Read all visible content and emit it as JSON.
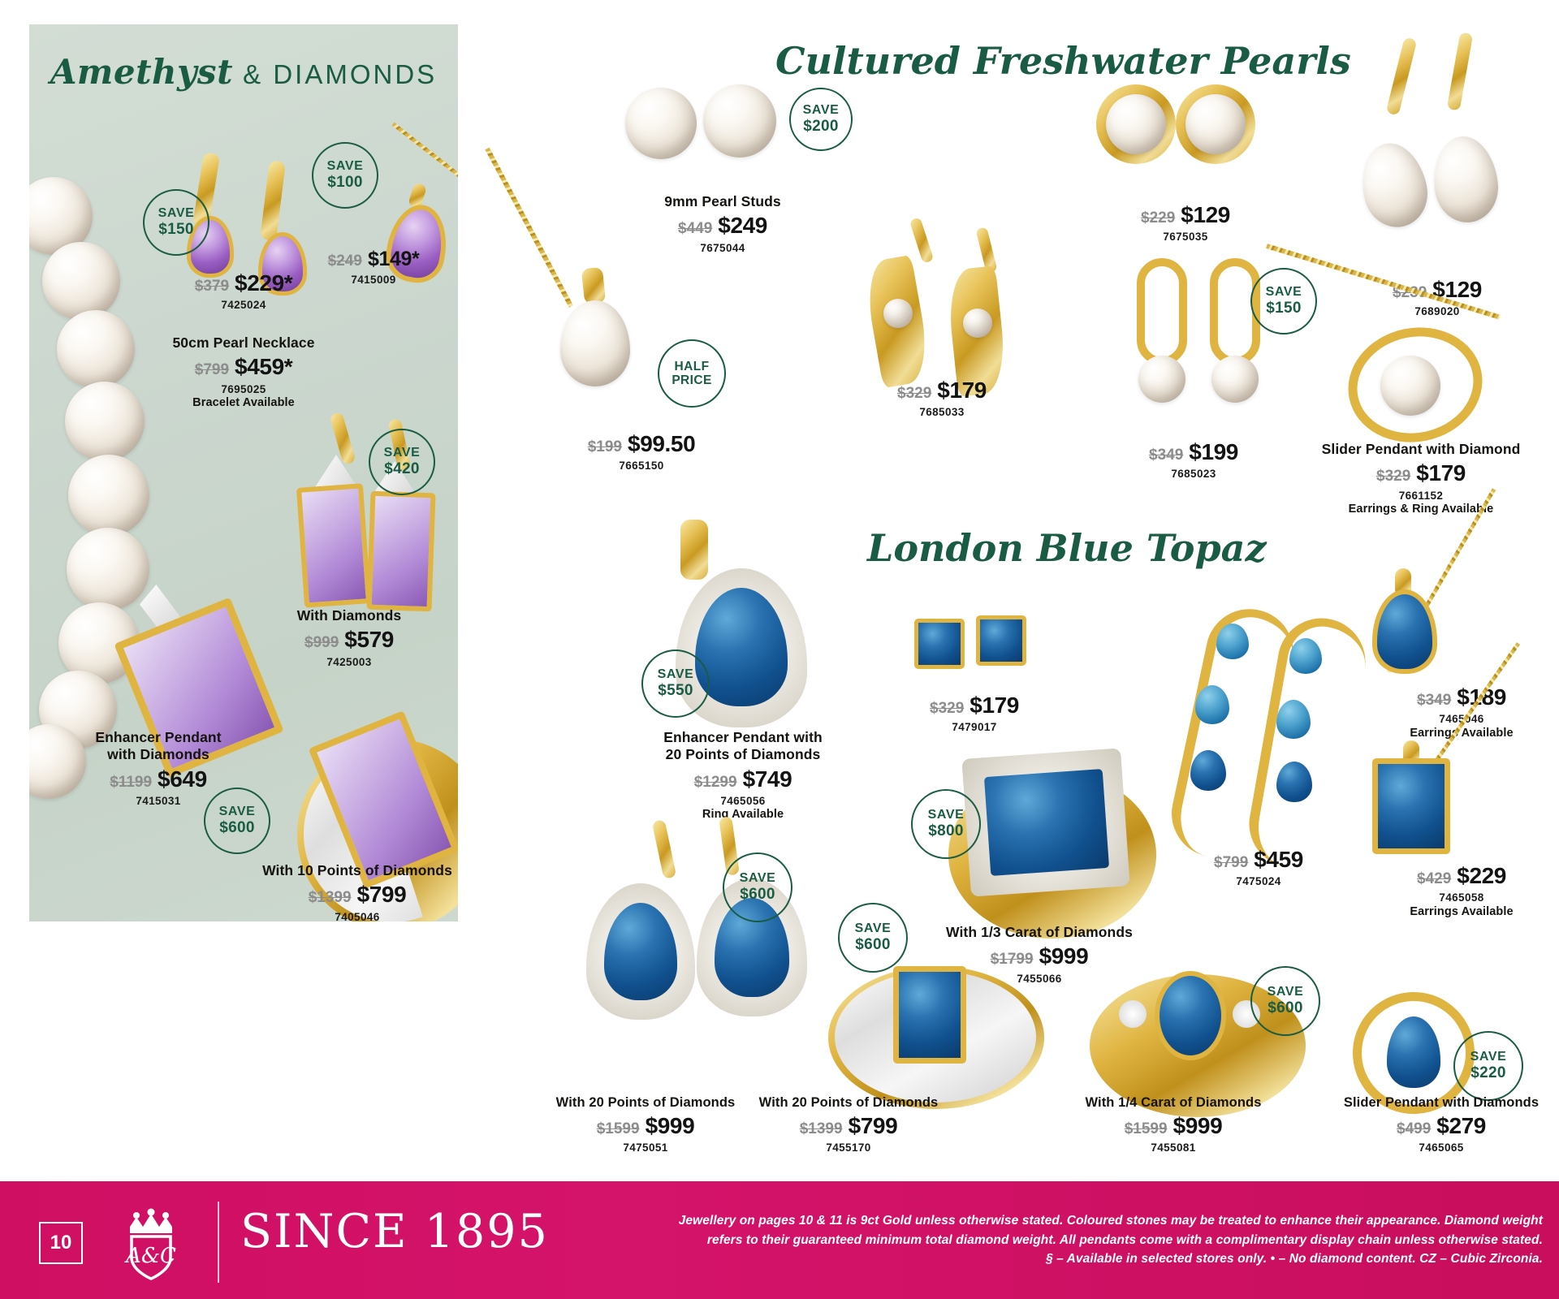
{
  "page": {
    "number": "10"
  },
  "sections": {
    "amethyst": {
      "script": "Amethyst",
      "amp": " & ",
      "caps": "DIAMONDS"
    },
    "pearls": {
      "title": "Cultured Freshwater Pearls"
    },
    "topaz": {
      "title": "London Blue Topaz"
    }
  },
  "amethyst_items": [
    {
      "id": "amethyst-drop-earrings",
      "save": {
        "l1": "SAVE",
        "l2": "$150"
      },
      "desc": "",
      "was": "$379",
      "now": "$229*",
      "sku": "7425024"
    },
    {
      "id": "amethyst-pendant",
      "save": {
        "l1": "SAVE",
        "l2": "$100"
      },
      "desc": "",
      "was": "$249",
      "now": "$149*",
      "sku": "7415009"
    },
    {
      "id": "pearl-necklace-50cm",
      "desc": "50cm Pearl Necklace",
      "was": "$799",
      "now": "$459*",
      "sku": "7695025",
      "avail": "Bracelet Available"
    },
    {
      "id": "amethyst-earrings-with-diamonds",
      "save": {
        "l1": "SAVE",
        "l2": "$420"
      },
      "desc": "With Diamonds",
      "was": "$999",
      "now": "$579",
      "sku": "7425003"
    },
    {
      "id": "amethyst-enhancer-pendant",
      "desc": "Enhancer Pendant",
      "desc2": "with Diamonds",
      "was": "$1199",
      "now": "$649",
      "sku": "7415031"
    },
    {
      "id": "amethyst-ring-10-points",
      "save": {
        "l1": "SAVE",
        "l2": "$600"
      },
      "desc": "With 10 Points of Diamonds",
      "was": "$1399",
      "now": "$799",
      "sku": "7405046"
    }
  ],
  "pearl_items": [
    {
      "id": "pearl-studs-9mm",
      "save": {
        "l1": "SAVE",
        "l2": "$200"
      },
      "desc": "9mm Pearl Studs",
      "was": "$449",
      "now": "$249",
      "sku": "7675044"
    },
    {
      "id": "pearl-drop-pendant",
      "save": {
        "l1": "HALF",
        "l2": "PRICE"
      },
      "desc": "",
      "was": "$199",
      "now": "$99.50",
      "sku": "7665150"
    },
    {
      "id": "pearl-cage-earrings",
      "desc": "",
      "was": "$329",
      "now": "$179",
      "sku": "7685033"
    },
    {
      "id": "pearl-bezel-studs",
      "desc": "",
      "was": "$229",
      "now": "$129",
      "sku": "7675035"
    },
    {
      "id": "pearl-oval-drop-earrings",
      "save": {
        "l1": "SAVE",
        "l2": "$150"
      },
      "desc": "",
      "was": "$349",
      "now": "$199",
      "sku": "7685023"
    },
    {
      "id": "pearl-drop-earrings-gold",
      "desc": "",
      "was": "$239",
      "now": "$129",
      "sku": "7689020"
    },
    {
      "id": "pearl-slider-pendant",
      "desc": "Slider Pendant with Diamond",
      "was": "$329",
      "now": "$179",
      "sku": "7661152",
      "avail": "Earrings & Ring Available"
    }
  ],
  "topaz_items": [
    {
      "id": "topaz-enhancer-pendant",
      "save": {
        "l1": "SAVE",
        "l2": "$550"
      },
      "desc": "Enhancer Pendant with",
      "desc2": "20 Points of Diamonds",
      "was": "$1299",
      "now": "$749",
      "sku": "7465056",
      "avail": "Ring Available"
    },
    {
      "id": "topaz-cushion-studs",
      "desc": "",
      "was": "$329",
      "now": "$179",
      "sku": "7479017"
    },
    {
      "id": "topaz-ring-third-carat",
      "save": {
        "l1": "SAVE",
        "l2": "$800"
      },
      "desc": "With 1/3 Carat of Diamonds",
      "was": "$1799",
      "now": "$999",
      "sku": "7455066"
    },
    {
      "id": "topaz-hoop-earrings",
      "desc": "",
      "was": "$799",
      "now": "$459",
      "sku": "7475024"
    },
    {
      "id": "topaz-pear-pendant",
      "desc": "",
      "was": "$349",
      "now": "$189",
      "sku": "7465046",
      "avail": "Earrings Available"
    },
    {
      "id": "topaz-emerald-pendant",
      "desc": "",
      "was": "$429",
      "now": "$229",
      "sku": "7465058",
      "avail": "Earrings Available"
    },
    {
      "id": "topaz-drop-earrings",
      "save": {
        "l1": "SAVE",
        "l2": "$600"
      },
      "desc": "With 20 Points of Diamonds",
      "was": "$1599",
      "now": "$999",
      "sku": "7475051"
    },
    {
      "id": "topaz-emerald-ring",
      "save": {
        "l1": "SAVE",
        "l2": "$600"
      },
      "desc": "With 20 Points of Diamonds",
      "was": "$1399",
      "now": "$799",
      "sku": "7455170"
    },
    {
      "id": "topaz-oval-ring",
      "save": {
        "l1": "SAVE",
        "l2": "$600"
      },
      "desc": "With 1/4 Carat of Diamonds",
      "was": "$1599",
      "now": "$999",
      "sku": "7455081"
    },
    {
      "id": "topaz-slider-pendant",
      "save": {
        "l1": "SAVE",
        "l2": "$220"
      },
      "desc": "Slider Pendant with Diamonds",
      "was": "$499",
      "now": "$279",
      "sku": "7465065"
    }
  ],
  "footer": {
    "brand": "SINCE 1895",
    "legal_line1": "Jewellery on pages 10 & 11 is 9ct Gold unless otherwise stated. Coloured stones may be treated to enhance their appearance.  Diamond weight",
    "legal_line2": "refers to their guaranteed minimum total diamond weight. All pendants come with a complimentary display chain unless otherwise stated.",
    "legal_line3": "§ – Available in selected stores only. • – No diamond content. CZ – Cubic Zirconia."
  },
  "colors": {
    "brand_pink": "#cf0f62",
    "heading_green": "#1a5c43",
    "panel_bg": "#ccd8cf"
  }
}
